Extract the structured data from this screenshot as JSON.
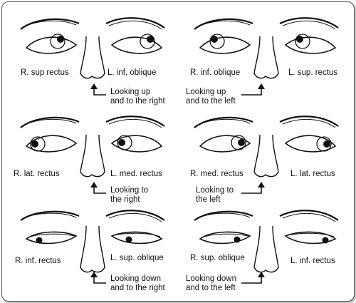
{
  "panels": [
    {
      "left_label": "R. sup rectus",
      "right_label": "L. inf. oblique",
      "caption_line1": "Looking up",
      "caption_line2": "and to the right",
      "gaze": "up-right"
    },
    {
      "left_label": "R. inf. oblique",
      "right_label": "L. sup. rectus",
      "caption_line1": "Looking up",
      "caption_line2": "and to the left",
      "gaze": "up-left"
    },
    {
      "left_label": "R. lat. rectus",
      "right_label": "L. med. rectus",
      "caption_line1": "Looking to",
      "caption_line2": "the right",
      "gaze": "right"
    },
    {
      "left_label": "R. med. rectus",
      "right_label": "L. lat. rectus",
      "caption_line1": "Looking to",
      "caption_line2": "the left",
      "gaze": "left"
    },
    {
      "left_label": "R. inf. rectus",
      "right_label": "L. sup. oblique",
      "caption_line1": "Looking down",
      "caption_line2": "and to the right",
      "gaze": "down-right"
    },
    {
      "left_label": "R. sup. oblique",
      "right_label": "L. inf. rectus",
      "caption_line1": "Looking down",
      "caption_line2": "and to the left",
      "gaze": "down-left"
    }
  ],
  "colors": {
    "ink": "#111111",
    "frame": "#555555",
    "background": "#ffffff"
  }
}
